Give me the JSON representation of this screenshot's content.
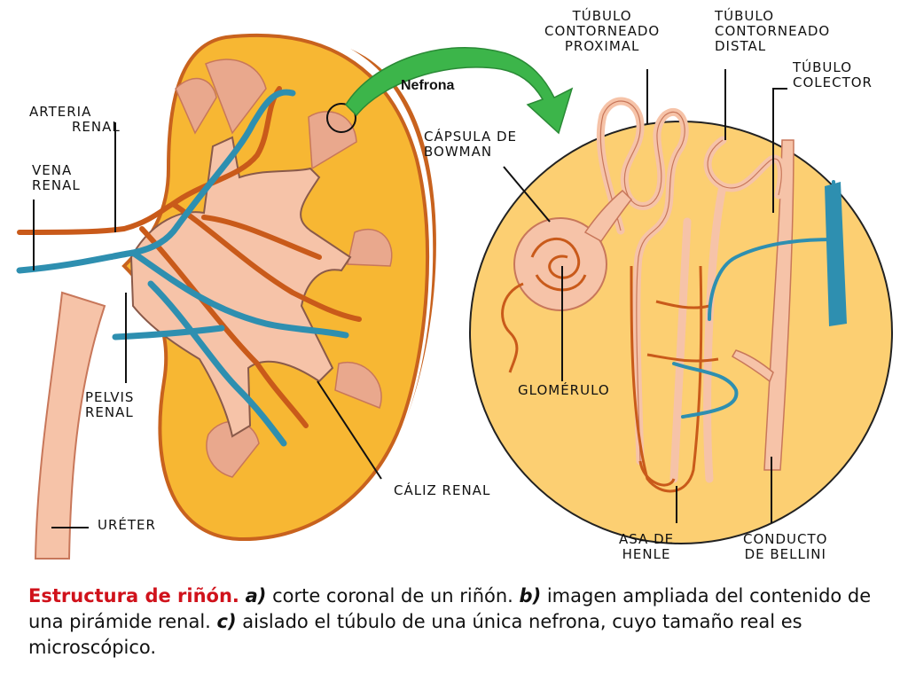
{
  "labels": {
    "arteria_renal": [
      "ARTERIA",
      "RENAL"
    ],
    "vena_renal": [
      "VENA",
      "RENAL"
    ],
    "pelvis_renal": [
      "PELVIS",
      "RENAL"
    ],
    "ureter": [
      "URÉTER"
    ],
    "caliz_renal": [
      "CÁLIZ RENAL"
    ],
    "nefrona": "Nefrona",
    "tubulo_proximal": [
      "TÚBULO",
      "CONTORNEADO",
      "PROXIMAL"
    ],
    "tubulo_distal": [
      "TÚBULO",
      "CONTORNEADO",
      "DISTAL"
    ],
    "tubulo_colector": [
      "TÚBULO",
      "COLECTOR"
    ],
    "capsula_bowman": [
      "CÁPSULA DE",
      "BOWMAN"
    ],
    "glomerulo": [
      "GLOMÉRULO"
    ],
    "asa_henle": [
      "ASA DE",
      "HENLE"
    ],
    "conducto_bellini": [
      "CONDUCTO",
      "DE BELLINI"
    ]
  },
  "caption": {
    "title": "Estructura de riñón.",
    "a_marker": "a)",
    "a_text": " corte coronal de un riñón.  ",
    "b_marker": "b)",
    "b_text": " imagen ampliada del contenido de una pirámide renal.  ",
    "c_marker": "c)",
    "c_text": " aislado el túbulo de una única nefrona, cuyo tamaño real es microscópico."
  },
  "colors": {
    "kidney_fill": "#f7b733",
    "capsule": "#c8621e",
    "pelvis": "#f6c3a8",
    "artery": "#c95a1a",
    "vein": "#2e8fb0",
    "zoom_fill": "#fccf72",
    "arrow": "#3cb54a",
    "caption_title": "#d0121b"
  }
}
